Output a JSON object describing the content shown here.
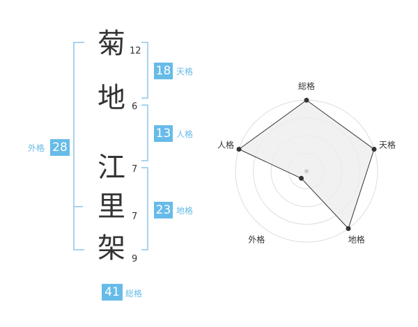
{
  "name": {
    "chars": [
      {
        "char": "菊",
        "strokes": "12"
      },
      {
        "char": "地",
        "strokes": "6"
      },
      {
        "char": "江",
        "strokes": "7"
      },
      {
        "char": "里",
        "strokes": "7"
      },
      {
        "char": "架",
        "strokes": "9"
      }
    ]
  },
  "fortune": {
    "tenkaku": {
      "value": "18",
      "label": "天格"
    },
    "jinkaku": {
      "value": "13",
      "label": "人格"
    },
    "chikaku": {
      "value": "23",
      "label": "地格"
    },
    "gaikaku": {
      "value": "28",
      "label": "外格"
    },
    "soukaku": {
      "value": "41",
      "label": "総格"
    }
  },
  "chart_data": {
    "type": "radar",
    "axes": [
      "総格",
      "天格",
      "地格",
      "外格",
      "人格"
    ],
    "values": [
      4,
      4,
      4,
      0.5,
      4
    ],
    "rmax": 4,
    "rings": 4,
    "colors": {
      "ring": "#dddddd",
      "fill": "#eeeeee",
      "line": "#333333",
      "point": "#333333",
      "center": "#cccccc"
    }
  }
}
